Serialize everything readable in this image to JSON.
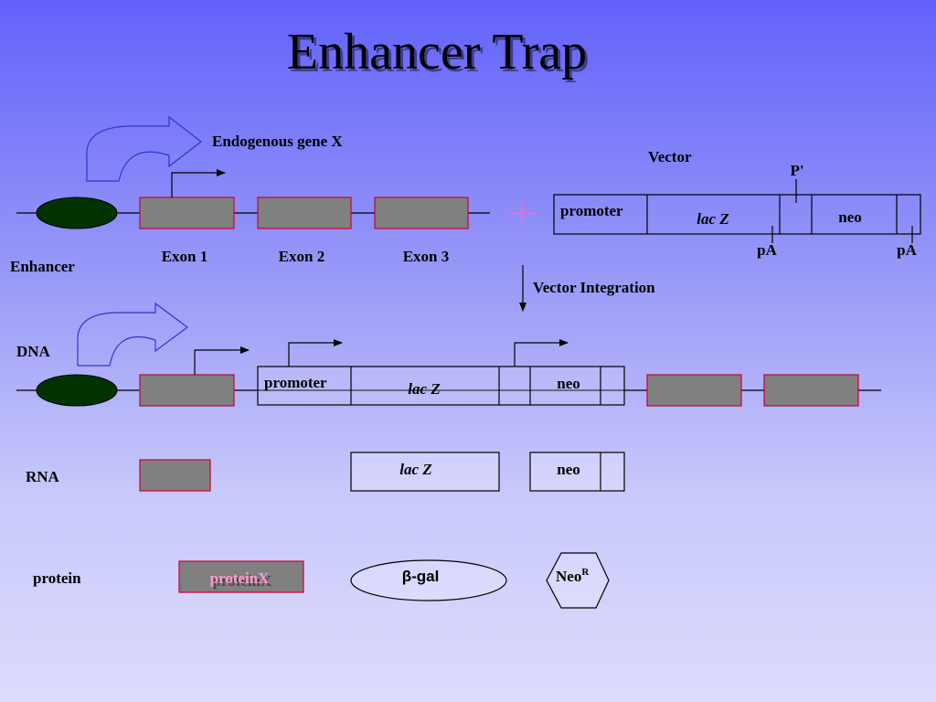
{
  "title": "Enhancer Trap",
  "labels": {
    "endogenous_gene": "Endogenous  gene X",
    "vector": "Vector",
    "p_prime": "P'",
    "enhancer": "Enhancer",
    "exon1": "Exon 1",
    "exon2": "Exon 2",
    "exon3": "Exon 3",
    "pa_left": "pA",
    "pa_right": "pA",
    "vector_integration": "Vector Integration",
    "dna": "DNA",
    "rna": "RNA",
    "protein": "protein"
  },
  "vector_boxes": {
    "promoter": "promoter",
    "lacz": "lac Z",
    "neo": "neo"
  },
  "dna_boxes": {
    "promoter": "promoter",
    "lacz": "lac Z",
    "neo": "neo"
  },
  "rna_boxes": {
    "lacz": "lac Z",
    "neo": "neo"
  },
  "proteins": {
    "protein_x": "proteinX",
    "beta_gal": "β-gal",
    "neo_r_base": "Neo",
    "neo_r_sup": "R"
  },
  "colors": {
    "exon_fill": "#808080",
    "exon_border": "#cc0033",
    "enhancer_fill": "#003300",
    "plus_color": "#ff66cc",
    "protein_x_text": "#ff99cc"
  }
}
